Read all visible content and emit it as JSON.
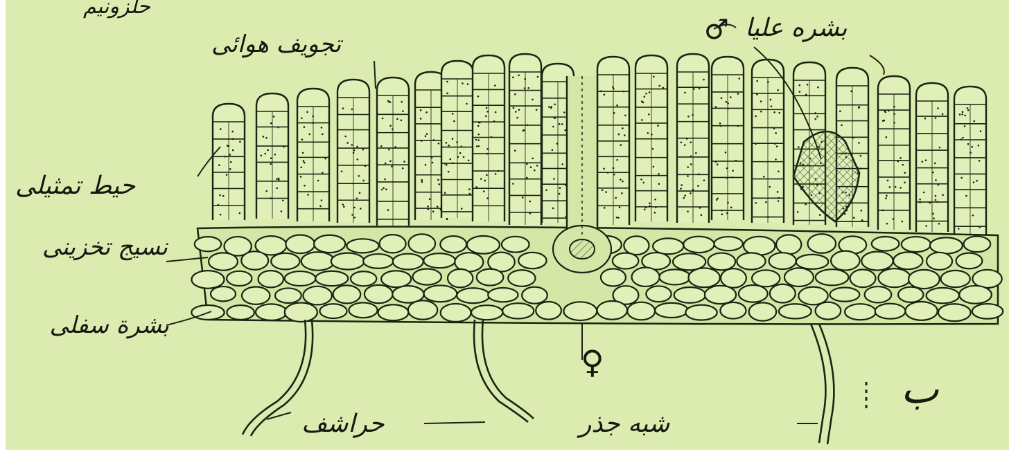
{
  "labels": {
    "top_partial": "حلزونیم",
    "air_chamber": "تجویف هوائی",
    "upper_epidermis": "بشره علیا",
    "chlorenchyma": "حیط تمثیلی",
    "storage_tissue": "نسیج تخزینی",
    "lower_epidermis": "بشرة سفلی",
    "rhizoid": "شبه جذر",
    "scales": "حراشف",
    "figure_letter": "ب",
    "male_symbol": "♂",
    "female_symbol": "♀"
  },
  "colors": {
    "paper": "#dcebb0",
    "ink": "#1a2412",
    "cell_fill": "#e1efb8",
    "sex_organ_hatch": "#3a4a2a"
  }
}
